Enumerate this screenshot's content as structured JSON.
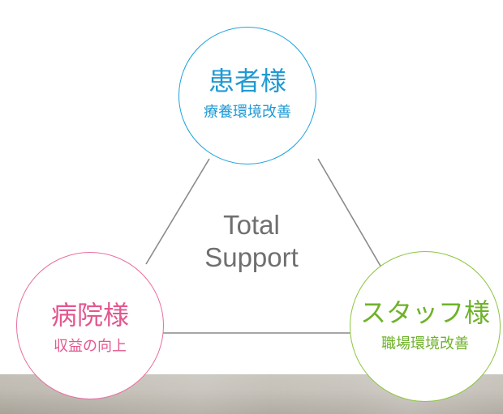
{
  "center": {
    "line1": "Total",
    "line2": "Support"
  },
  "nodes": {
    "patient": {
      "title": "患者様",
      "subtitle": "療養環境改善"
    },
    "hospital": {
      "title": "病院様",
      "subtitle": "収益の向上"
    },
    "staff": {
      "title": "スタッフ様",
      "subtitle": "職場環境改善"
    }
  },
  "colors": {
    "patient": "#1fa3db",
    "hospital": "#e86ea0",
    "staff": "#8cc63f",
    "connector": "#8a8a8a",
    "center_text": "#6f6f6f"
  }
}
